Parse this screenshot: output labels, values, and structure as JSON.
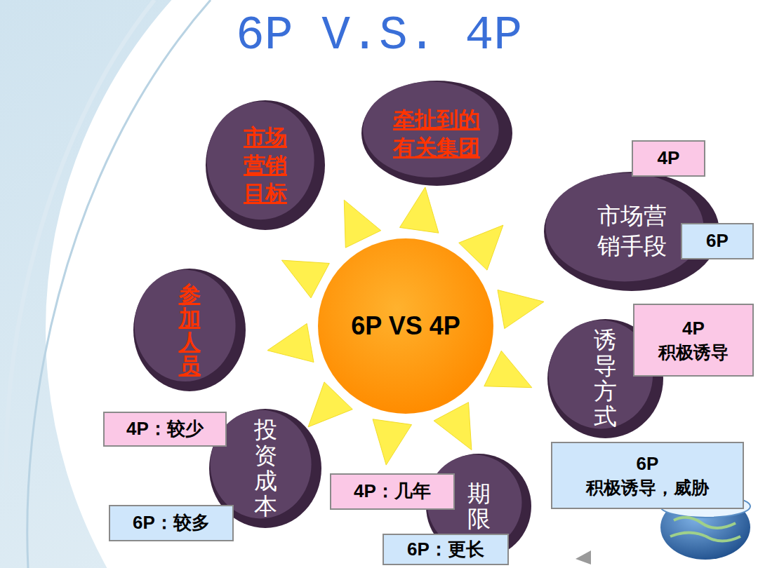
{
  "diagram": {
    "title": "6P V.S. 4P",
    "nodes": [
      {
        "text": [
          "6P VS 4P"
        ]
      },
      {
        "text": [
          "市场营销目标"
        ]
      },
      {
        "text": [
          "牵扯到的有关集团"
        ]
      },
      {
        "text": [
          "市场营销手段"
        ]
      },
      {
        "text": [
          "4P"
        ]
      },
      {
        "text": [
          "6P"
        ]
      },
      {
        "text": [
          "诱导方式"
        ]
      },
      {
        "text": [
          "4P",
          "积极诱导"
        ]
      },
      {
        "text": [
          "6P",
          "积极诱导，威胁"
        ]
      },
      {
        "text": [
          "期限"
        ]
      },
      {
        "text": [
          "4P：几年"
        ]
      },
      {
        "text": [
          "6P：更长"
        ]
      },
      {
        "text": [
          "投资成本"
        ]
      },
      {
        "text": [
          "4P：较少"
        ]
      },
      {
        "text": [
          "6P：较多"
        ]
      },
      {
        "text": [
          "参加人员"
        ]
      }
    ]
  }
}
